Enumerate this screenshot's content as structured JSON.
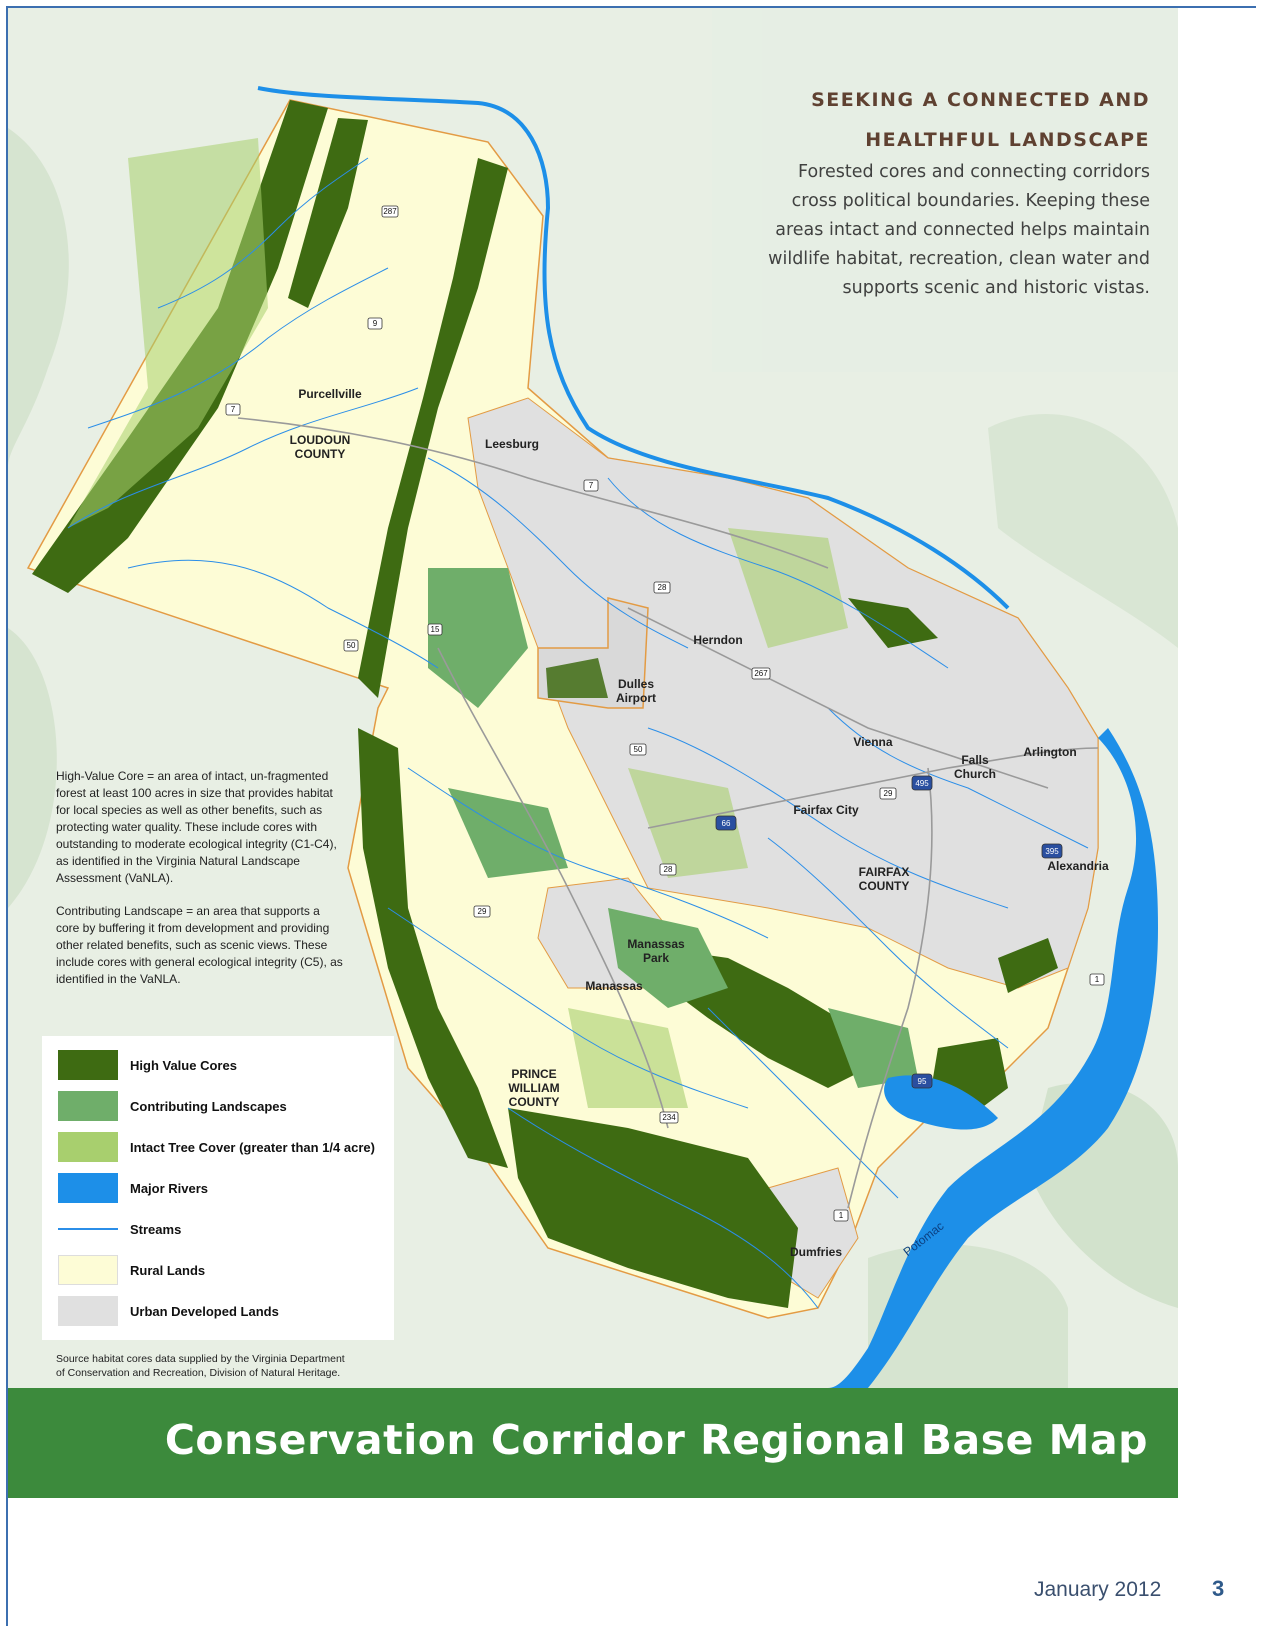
{
  "info": {
    "heading_line1": "SEEKING A CONNECTED AND",
    "heading_line2": "HEALTHFUL LANDSCAPE",
    "body_lines": [
      "Forested cores and connecting corridors",
      "cross political boundaries. Keeping these",
      "areas intact and connected helps maintain",
      "wildlife habitat, recreation, clean water and",
      "supports scenic and historic vistas."
    ]
  },
  "definitions": {
    "high_value_core": "High-Value Core = an area of intact, un-fragmented forest at least 100 acres in size that provides habitat for local species as well as other benefits, such as protecting water quality. These include cores with outstanding to moderate ecological integrity (C1-C4), as identified in the Virginia Natural Landscape Assessment (VaNLA).",
    "contributing_landscape": "Contributing Landscape = an area that supports a core by buffering it from development and providing other related benefits, such as scenic views.  These include cores with general ecological integrity (C5), as identified in the VaNLA."
  },
  "legend": [
    {
      "label": "High Value Cores",
      "color": "#3e6b12",
      "kind": "fill"
    },
    {
      "label": "Contributing Landscapes",
      "color": "#6fae6a",
      "kind": "fill"
    },
    {
      "label": "Intact Tree Cover (greater than 1/4 acre)",
      "color": "#a8cf6e",
      "kind": "fill"
    },
    {
      "label": "Major Rivers",
      "color": "#1d8fe8",
      "kind": "fill"
    },
    {
      "label": "Streams",
      "color": "#2b8ee8",
      "kind": "line"
    },
    {
      "label": "Rural Lands",
      "color": "#fdfcd6",
      "kind": "fill"
    },
    {
      "label": "Urban Developed Lands",
      "color": "#e0e0e0",
      "kind": "fill"
    }
  ],
  "source": "Source habitat cores data supplied by the Virginia Department of Conservation and Recreation, Division of Natural Heritage.",
  "map": {
    "places": [
      "Purcellville",
      "LOUDOUN",
      "COUNTY",
      "Leesburg",
      "Herndon",
      "Dulles",
      "Airport",
      "Vienna",
      "Falls",
      "Church",
      "Arlington",
      "Fairfax City",
      "FAIRFAX",
      "COUNTY",
      "Alexandria",
      "Manassas",
      "Park",
      "Manassas",
      "PRINCE",
      "WILLIAM",
      "COUNTY",
      "Dumfries",
      "Potomac"
    ],
    "route_shields": [
      "287",
      "9",
      "7",
      "7",
      "15",
      "50",
      "28",
      "267",
      "50",
      "29",
      "495",
      "66",
      "28",
      "29",
      "395",
      "1",
      "95",
      "234",
      "1"
    ],
    "colors": {
      "rural": "#fdfcd6",
      "urban": "#e0e0e0",
      "core": "#3e6b12",
      "contrib": "#6fae6a",
      "tree": "#a8cf6e",
      "river": "#1d8fe8",
      "stream": "#2b8ee8",
      "boundary": "#e39b44",
      "background": "#e8efe4"
    }
  },
  "banner_title": "Conservation Corridor Regional Base Map",
  "footer": {
    "date": "January 2012",
    "page": "3"
  }
}
